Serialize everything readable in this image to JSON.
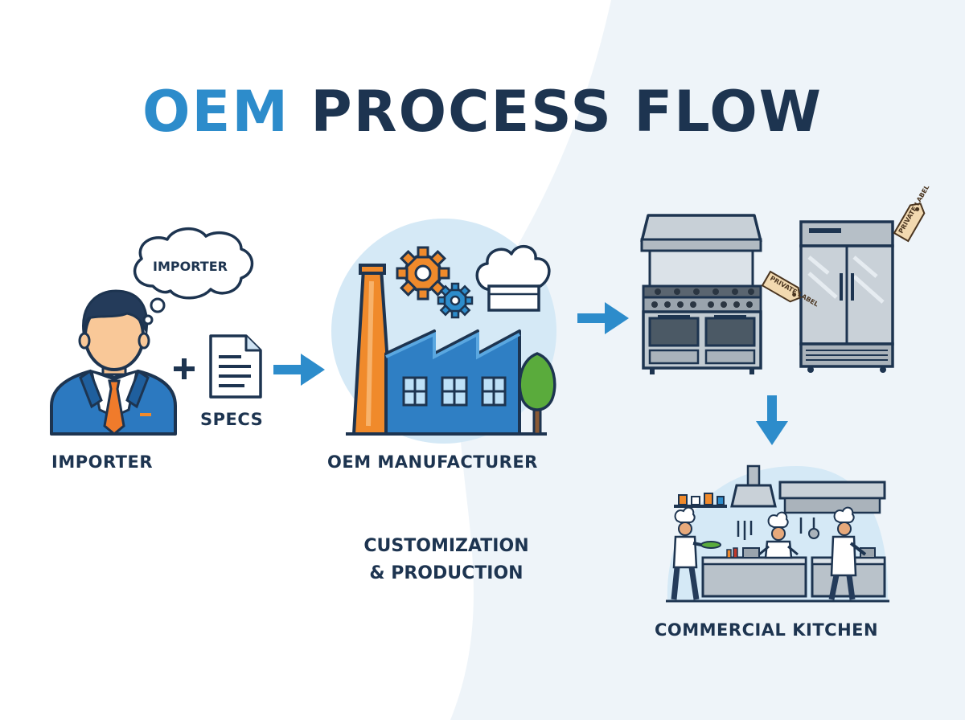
{
  "title": {
    "accent": "OEM",
    "rest": "PROCESS FLOW"
  },
  "nodes": {
    "importer": {
      "label": "IMPORTER",
      "bubble": "IMPORTER"
    },
    "specs": {
      "label": "SPECS"
    },
    "manufacturer": {
      "label": "OEM MANUFACTURER"
    },
    "step_caption": {
      "line1": "CUSTOMIZATION",
      "line2": "& PRODUCTION"
    },
    "equipment": {
      "tag_text": "PRIVATE LABEL"
    },
    "kitchen": {
      "label": "COMMERCIAL KITCHEN"
    }
  },
  "colors": {
    "accent": "#2d8ccb",
    "navy": "#1d3450",
    "orange": "#f08a2b",
    "steel": "#aeb7bf",
    "green": "#5aab3c"
  },
  "icons": [
    "importer-person-icon",
    "thought-bubble-icon",
    "plus-icon",
    "document-icon",
    "arrow-right-icon",
    "factory-icon",
    "gear-icon",
    "chef-hat-icon",
    "tree-icon",
    "range-oven-icon",
    "refrigerator-icon",
    "price-tag-icon",
    "arrow-down-icon",
    "kitchen-scene-icon"
  ]
}
